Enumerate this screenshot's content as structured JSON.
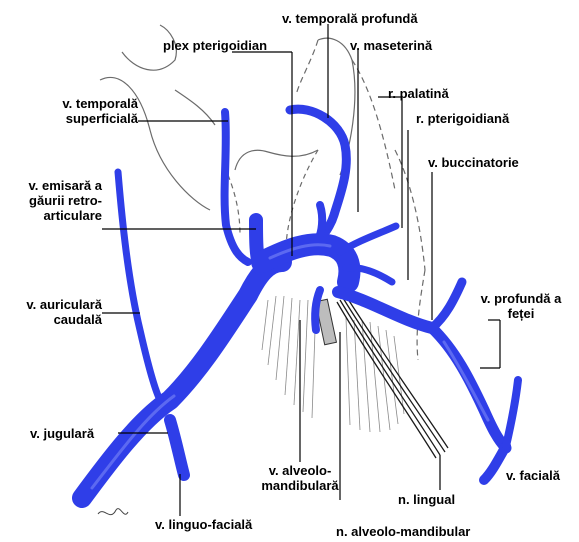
{
  "labels": {
    "temporala_profunda": "v. temporală profundă",
    "maseterina": "v. maseterină",
    "plex_pterigoidian": "plex pterigoidian",
    "temporala_superficiala": [
      "v. temporală",
      "superficială"
    ],
    "palatina": "r. palatină",
    "pterigoidiana": "r. pterigoidiană",
    "buccinatorie": "v. buccinatorie",
    "emisara": [
      "v. emisară a",
      "găurii retro-",
      "articulare"
    ],
    "auriculara": [
      "v. auriculară",
      "caudală"
    ],
    "profunda_fetei": [
      "v. profundă a",
      "feței"
    ],
    "jugulara": "v. jugulară",
    "alveolo_mandibulara": [
      "v. alveolo-",
      "mandibulară"
    ],
    "faciala": "v. facială",
    "lingual": "n. lingual",
    "linguo_faciala": "v. linguo-facială",
    "n_alveolo_mandibular": "n. alveolo-mandibular"
  },
  "colors": {
    "vein": "#2f3ee8",
    "vein_dark": "#1722a8",
    "sketch": "#555555",
    "nerve": "#222222",
    "leader": "#000000"
  }
}
